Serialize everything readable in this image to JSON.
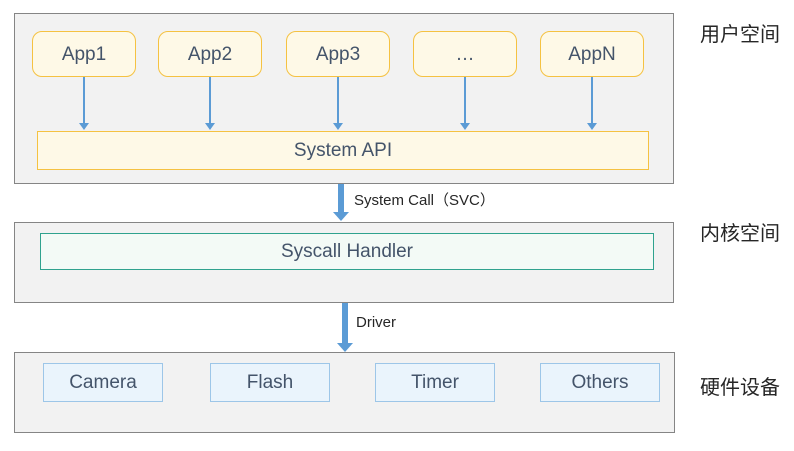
{
  "user_space": {
    "side_label": "用户空间",
    "apps": [
      "App1",
      "App2",
      "App3",
      "…",
      "AppN"
    ],
    "api_bar_label": "System API"
  },
  "kernel_space": {
    "side_label": "内核空间",
    "handler_label": "Syscall Handler"
  },
  "hardware": {
    "side_label": "硬件设备",
    "devices": [
      "Camera",
      "Flash",
      "Timer",
      "Others"
    ]
  },
  "connectors": {
    "system_call_label": "System Call（SVC）",
    "driver_label": "Driver"
  },
  "colors": {
    "arrow_blue": "#5B9BD5",
    "app_box_fill": "#FEF9E7",
    "app_box_border": "#F5C242",
    "handler_fill": "#F3FAF6",
    "handler_border": "#2FA28E",
    "device_fill": "#EAF4FC",
    "device_border": "#9DC6E8",
    "layer_fill": "#F2F2F2",
    "layer_border": "#858585",
    "box_text": "#44546A"
  }
}
